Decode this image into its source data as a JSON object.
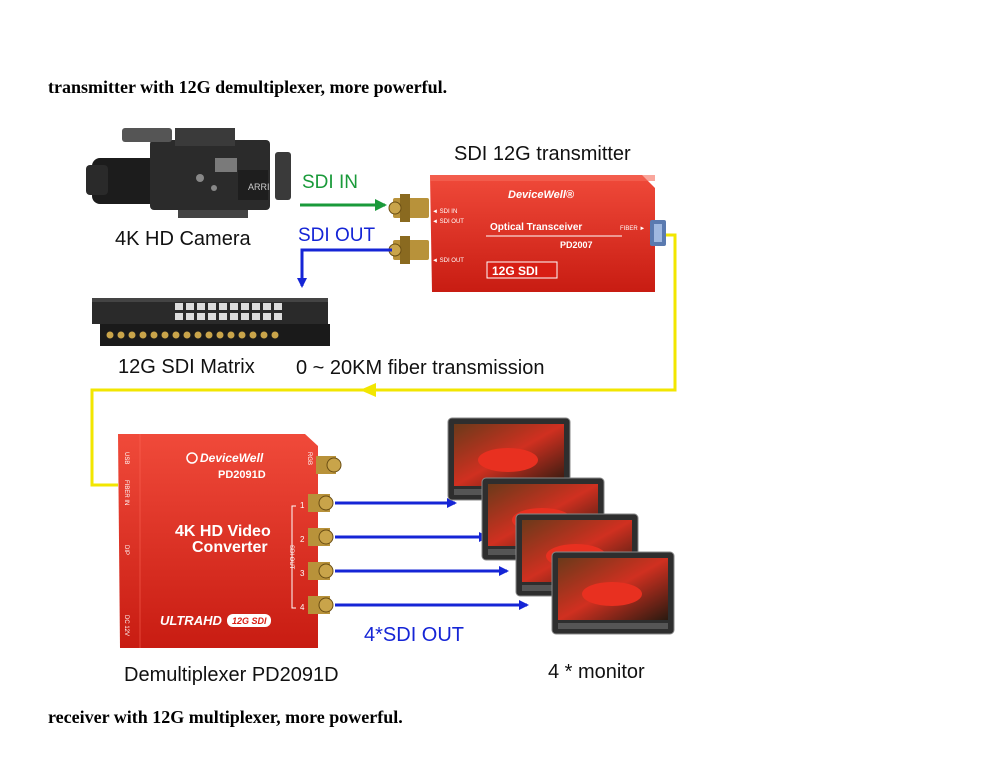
{
  "captions": {
    "top": "transmitter with 12G demultiplexer, more powerful.",
    "bottom": "receiver with 12G multiplexer, more powerful."
  },
  "labels": {
    "camera": "4K HD Camera",
    "transmitter_title": "SDI 12G transmitter",
    "sdi_in": "SDI IN",
    "sdi_out": "SDI OUT",
    "matrix": "12G SDI Matrix",
    "fiber": "0 ~ 20KM fiber transmission",
    "demux": "Demultiplexer PD2091D",
    "sdi_out_4": "4*SDI OUT",
    "monitors": "4 * monitor"
  },
  "transmitter": {
    "brand": "DeviceWell®",
    "product": "Optical Transceiver",
    "model": "PD2007",
    "badge": "12G SDI",
    "port_sdi_in": "◄ SDI IN",
    "port_sdi_out": "◄ SDI OUT",
    "port_sdi_out_bottom": "◄ SDI OUT",
    "port_fiber": "FIBER ►"
  },
  "demux_unit": {
    "brand": "DeviceWell",
    "model": "PD2091D",
    "line1": "4K HD Video",
    "line2": "Converter",
    "footer": "ULTRAHD",
    "footer_badge": "12G SDI",
    "side_usb": "USB",
    "side_fiber": "FIBER IN",
    "side_dip": "DIP",
    "side_dc": "DC 12V",
    "side_bnc": "SDI OUT",
    "side_top": "RGB",
    "ports": [
      "1",
      "2",
      "3",
      "4"
    ]
  },
  "colors": {
    "device_red": "#e02a1f",
    "arrow_green": "#1a9a3a",
    "arrow_blue": "#1525d6",
    "fiber_yellow": "#f2e600",
    "label_green": "#1a9a3a",
    "label_blue": "#1525d6"
  }
}
